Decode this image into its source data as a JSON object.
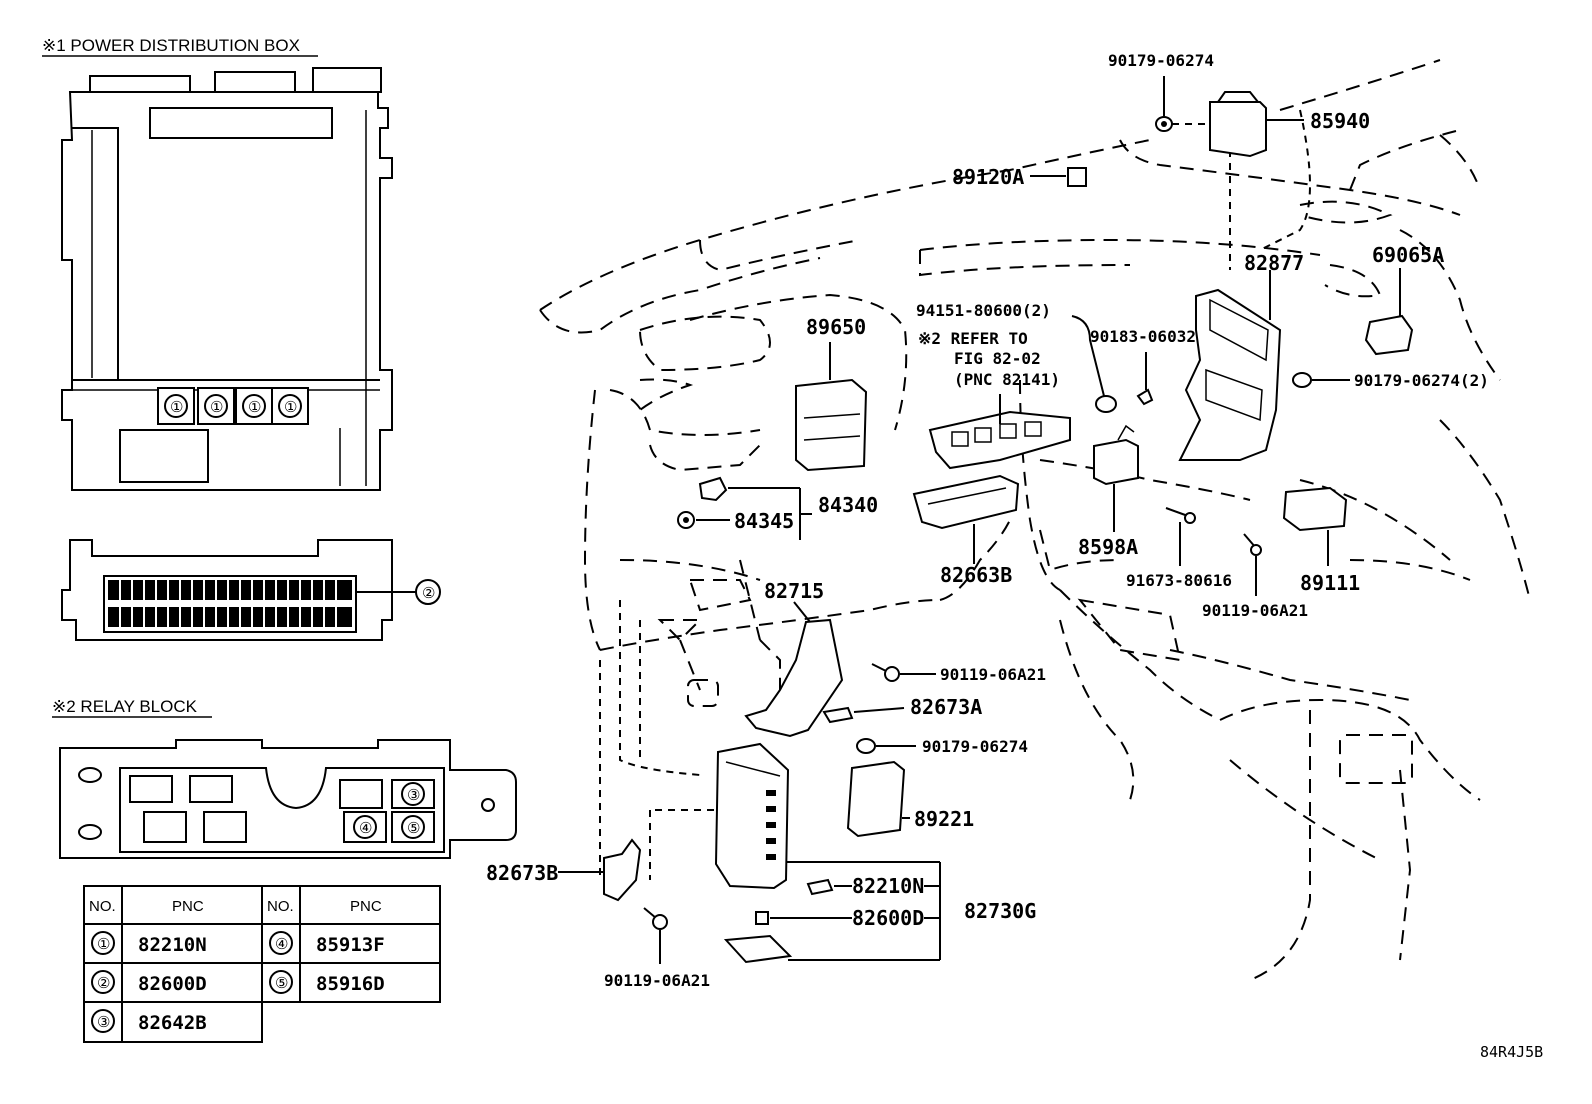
{
  "sections": {
    "power_box_title": "※1 POWER DISTRIBUTION BOX",
    "relay_block_title": "※2 RELAY BLOCK"
  },
  "reference_note": {
    "line1": "※2 REFER TO",
    "line2": "FIG 82-02",
    "line3": "(PNC 82141)"
  },
  "callouts": {
    "c1": "①",
    "c2": "②",
    "c3": "③",
    "c4": "④",
    "c5": "⑤"
  },
  "parts": {
    "p90179_top": "90179-06274",
    "p85940": "85940",
    "p89120A": "89120A",
    "p82877": "82877",
    "p69065A": "69065A",
    "p94151": "94151-80600(2)",
    "p90183": "90183-06032",
    "p90179_2": "90179-06274(2)",
    "p89650": "89650",
    "p84340": "84340",
    "p84345": "84345",
    "p82663B": "82663B",
    "p8598A": "8598A",
    "p91673": "91673-80616",
    "p89111": "89111",
    "p90119_right": "90119-06A21",
    "p82715": "82715",
    "p90119_mid": "90119-06A21",
    "p82673A": "82673A",
    "p90179_mid": "90179-06274",
    "p89221": "89221",
    "p82673B": "82673B",
    "p82210N": "82210N",
    "p82600D": "82600D",
    "p82730G": "82730G",
    "p90119_bottom": "90119-06A21"
  },
  "table": {
    "headers": [
      "NO.",
      "PNC",
      "NO.",
      "PNC"
    ],
    "left": [
      {
        "no": "①",
        "pnc": "82210N"
      },
      {
        "no": "②",
        "pnc": "82600D"
      },
      {
        "no": "③",
        "pnc": "82642B"
      }
    ],
    "right": [
      {
        "no": "④",
        "pnc": "85913F"
      },
      {
        "no": "⑤",
        "pnc": "85916D"
      }
    ]
  },
  "figure_code": "84R4J5B"
}
